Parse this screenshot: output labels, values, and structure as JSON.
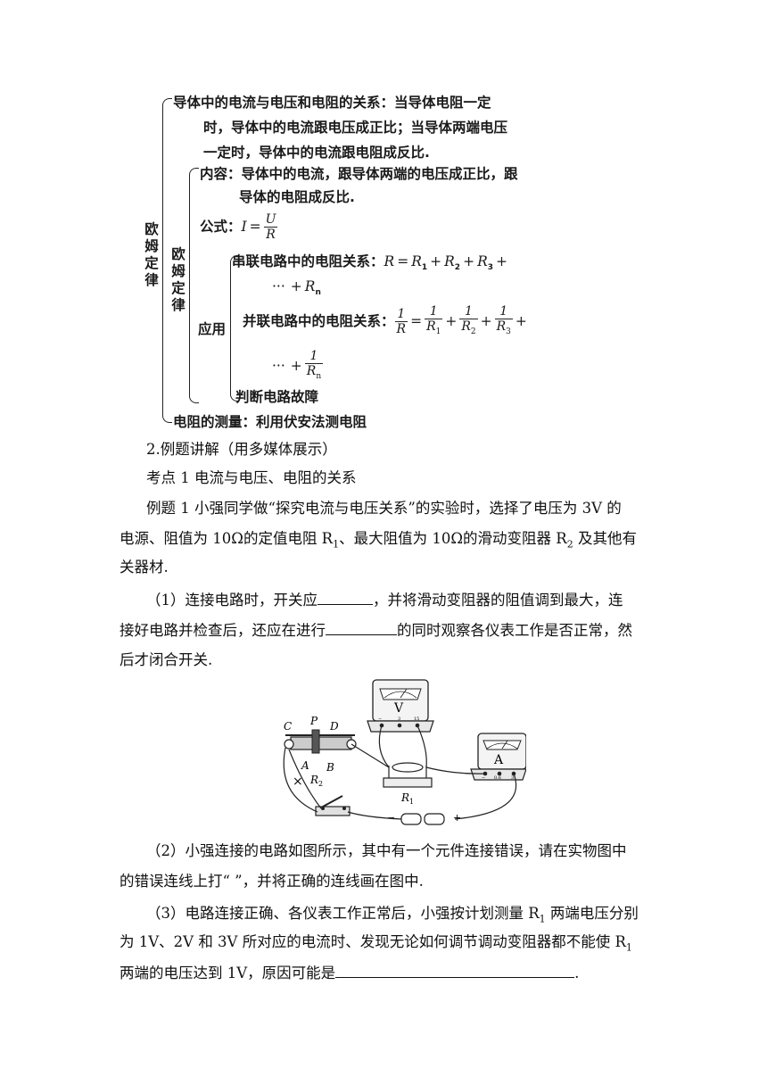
{
  "mindmap": {
    "root": "欧姆定律",
    "relation": [
      "导体中的电流与电压和电阻的关系：当导体电阻一定",
      "时，导体中的电流跟电压成正比；当导体两端电压",
      "一定时，导体中的电流跟电阻成反比."
    ],
    "law_label": "欧姆定律",
    "content": [
      "内容：导体中的电流，跟导体两端的电压成正比，跟",
      "导体的电阻成反比."
    ],
    "formula_label": "公式：",
    "formula": {
      "lhs": "I",
      "eq": "=",
      "num": "U",
      "den": "R"
    },
    "application_label": "应用",
    "series_label": "串联电路中的电阻关系：",
    "series_formula": {
      "lhs": "R",
      "eq": "=",
      "t1": "R",
      "s1": "1",
      "t2": "R",
      "s2": "2",
      "t3": "R",
      "s3": "3",
      "plus": "+",
      "dots": "···",
      "tn": "R",
      "sn": "n"
    },
    "parallel_label": "并联电路中的电阻关系：",
    "parallel_formula": {
      "one": "1",
      "R": "R",
      "s1": "1",
      "s2": "2",
      "s3": "3",
      "sn": "n",
      "plus": "+",
      "eq": "=",
      "dots": "···"
    },
    "fault": "判断电路故障",
    "measurement": "电阻的测量：利用伏安法测电阻"
  },
  "section": "2.例题讲解（用多媒体展示）",
  "kaodian": "考点 1  电流与电压、电阻的关系",
  "example": {
    "p1": [
      "例题 1 小强同学做“探究电流与电压关系”的实验时，选择了电压为 3V 的",
      "电源、阻值为 10",
      "Ω",
      "的定值电阻 R",
      "1",
      "、最大阻值为 10",
      "Ω",
      "的滑动变阻器 R",
      "2",
      " 及其他有",
      "关器材."
    ],
    "q1": [
      "（1）连接电路时，开关应",
      "，并将滑动变阻器的阻值调到最大，连",
      "接好电路并检查后，还应在进行",
      "的同时观察各仪表工作是否正常，然",
      "后才闭合开关."
    ],
    "q2": [
      "（2）小强连接的电路如图所示，其中有一个元件连接错误，请在实物图中",
      "的错误连线上打“    ”，并将正确的连线画在图中."
    ],
    "q3": [
      "（3）电路连接正确、各仪表工作正常后，小强按计划测量 R",
      "1",
      " 两端电压分别",
      "为 1V、2V 和 3V 所对应的电流时、发现无论如何调节调动变阻器都不能使 R",
      "1",
      "两端的电压达到 1V，原因可能是",
      "."
    ]
  },
  "figure": {
    "labels": {
      "C": "C",
      "P": "P",
      "D": "D",
      "A": "A",
      "B": "B",
      "R2": "R",
      "R2s": "2",
      "R1": "R",
      "R1s": "1",
      "V": "V",
      "Am": "A",
      "minus": "−",
      "plus": "+",
      "mark": "×"
    },
    "volt_terms": [
      "−",
      "3",
      "15"
    ],
    "amm_terms": [
      "−",
      "0.6",
      "3"
    ]
  }
}
